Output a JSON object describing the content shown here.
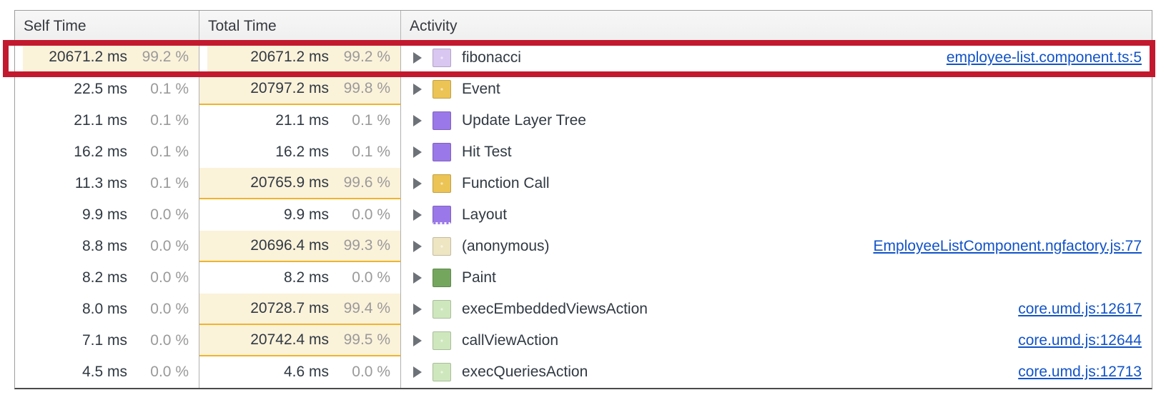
{
  "header": {
    "self_time": "Self Time",
    "total_time": "Total Time",
    "activity": "Activity"
  },
  "annotation": {
    "type": "red-highlight-box",
    "around_row": "fibonacci",
    "color": "#c2192e"
  },
  "colors": {
    "highlight_bg": "#fbf2da",
    "highlight_border": "#f0b42c",
    "link": "#1253c8",
    "swatch_lavender": "#d9c7f2",
    "swatch_gold": "#ecc455",
    "swatch_purple": "#9b78e9",
    "swatch_cream": "#eee5c3",
    "swatch_green": "#74a65e",
    "swatch_lightgreen": "#cfe7bd"
  },
  "rows": [
    {
      "self_time": "20671.2 ms",
      "self_pct": "99.2 %",
      "self_hl": true,
      "self_inset": true,
      "total_time": "20671.2 ms",
      "total_pct": "99.2 %",
      "total_hl": true,
      "total_inset": true,
      "activity": "fibonacci",
      "swatch": "swatch_lavender",
      "pattern": "dots",
      "link": "employee-list.component.ts:5",
      "annotated": true
    },
    {
      "self_time": "22.5 ms",
      "self_pct": "0.1 %",
      "total_time": "20797.2 ms",
      "total_pct": "99.8 %",
      "total_hl": true,
      "activity": "Event",
      "swatch": "swatch_gold",
      "pattern": "dots",
      "link": ""
    },
    {
      "self_time": "21.1 ms",
      "self_pct": "0.1 %",
      "total_time": "21.1 ms",
      "total_pct": "0.1 %",
      "activity": "Update Layer Tree",
      "swatch": "swatch_purple",
      "pattern": "none",
      "link": ""
    },
    {
      "self_time": "16.2 ms",
      "self_pct": "0.1 %",
      "total_time": "16.2 ms",
      "total_pct": "0.1 %",
      "activity": "Hit Test",
      "swatch": "swatch_purple",
      "pattern": "none",
      "link": ""
    },
    {
      "self_time": "11.3 ms",
      "self_pct": "0.1 %",
      "total_time": "20765.9 ms",
      "total_pct": "99.6 %",
      "total_hl": true,
      "activity": "Function Call",
      "swatch": "swatch_gold",
      "pattern": "dots",
      "link": ""
    },
    {
      "self_time": "9.9 ms",
      "self_pct": "0.0 %",
      "total_time": "9.9 ms",
      "total_pct": "0.0 %",
      "activity": "Layout",
      "swatch": "swatch_purple",
      "pattern": "dashed",
      "link": ""
    },
    {
      "self_time": "8.8 ms",
      "self_pct": "0.0 %",
      "total_time": "20696.4 ms",
      "total_pct": "99.3 %",
      "total_hl": true,
      "activity": "(anonymous)",
      "swatch": "swatch_cream",
      "pattern": "dots",
      "link": "EmployeeListComponent.ngfactory.js:77"
    },
    {
      "self_time": "8.2 ms",
      "self_pct": "0.0 %",
      "total_time": "8.2 ms",
      "total_pct": "0.0 %",
      "activity": "Paint",
      "swatch": "swatch_green",
      "pattern": "none",
      "link": ""
    },
    {
      "self_time": "8.0 ms",
      "self_pct": "0.0 %",
      "total_time": "20728.7 ms",
      "total_pct": "99.4 %",
      "total_hl": true,
      "activity": "execEmbeddedViewsAction",
      "swatch": "swatch_lightgreen",
      "pattern": "dots",
      "link": "core.umd.js:12617"
    },
    {
      "self_time": "7.1 ms",
      "self_pct": "0.0 %",
      "total_time": "20742.4 ms",
      "total_pct": "99.5 %",
      "total_hl": true,
      "activity": "callViewAction",
      "swatch": "swatch_lightgreen",
      "pattern": "dots",
      "link": "core.umd.js:12644"
    },
    {
      "self_time": "4.5 ms",
      "self_pct": "0.0 %",
      "total_time": "4.6 ms",
      "total_pct": "0.0 %",
      "activity": "execQueriesAction",
      "swatch": "swatch_lightgreen",
      "pattern": "dots",
      "link": "core.umd.js:12713"
    }
  ]
}
